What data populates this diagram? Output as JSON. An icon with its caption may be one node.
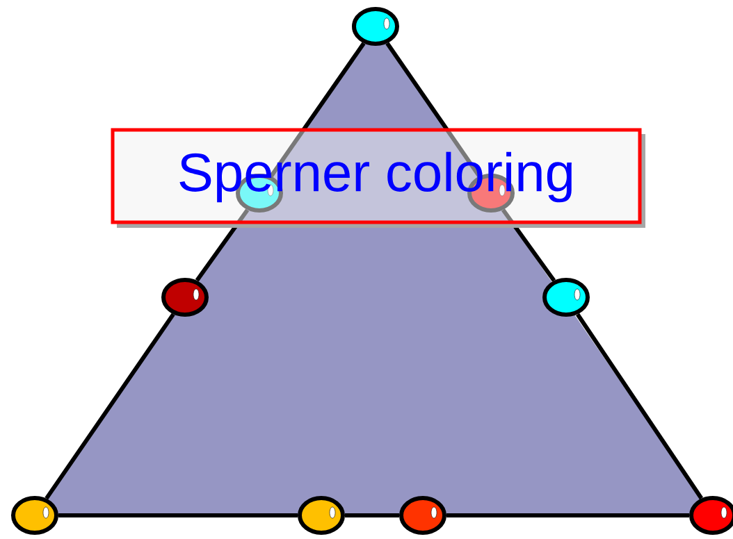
{
  "diagram": {
    "title": "Sperner coloring",
    "nodes": [
      {
        "text": [],
        "shape": "circle"
      },
      {
        "text": [],
        "shape": "circle"
      },
      {
        "text": [],
        "shape": "circle"
      },
      {
        "text": [],
        "shape": "circle"
      },
      {
        "text": [],
        "shape": "circle"
      },
      {
        "text": [],
        "shape": "circle"
      },
      {
        "text": [],
        "shape": "circle"
      },
      {
        "text": [],
        "shape": "circle"
      },
      {
        "text": [],
        "shape": "circle"
      }
    ],
    "edges": [
      {
        "from": 0,
        "to": 1,
        "arrow": "none"
      },
      {
        "from": 1,
        "to": 3,
        "arrow": "none"
      },
      {
        "from": 3,
        "to": 5,
        "arrow": "none"
      },
      {
        "from": 5,
        "to": 6,
        "arrow": "none"
      },
      {
        "from": 6,
        "to": 7,
        "arrow": "none"
      },
      {
        "from": 7,
        "to": 8,
        "arrow": "none"
      },
      {
        "from": 8,
        "to": 4,
        "arrow": "none"
      },
      {
        "from": 4,
        "to": 2,
        "arrow": "none"
      },
      {
        "from": 2,
        "to": 0,
        "arrow": "none"
      }
    ]
  }
}
